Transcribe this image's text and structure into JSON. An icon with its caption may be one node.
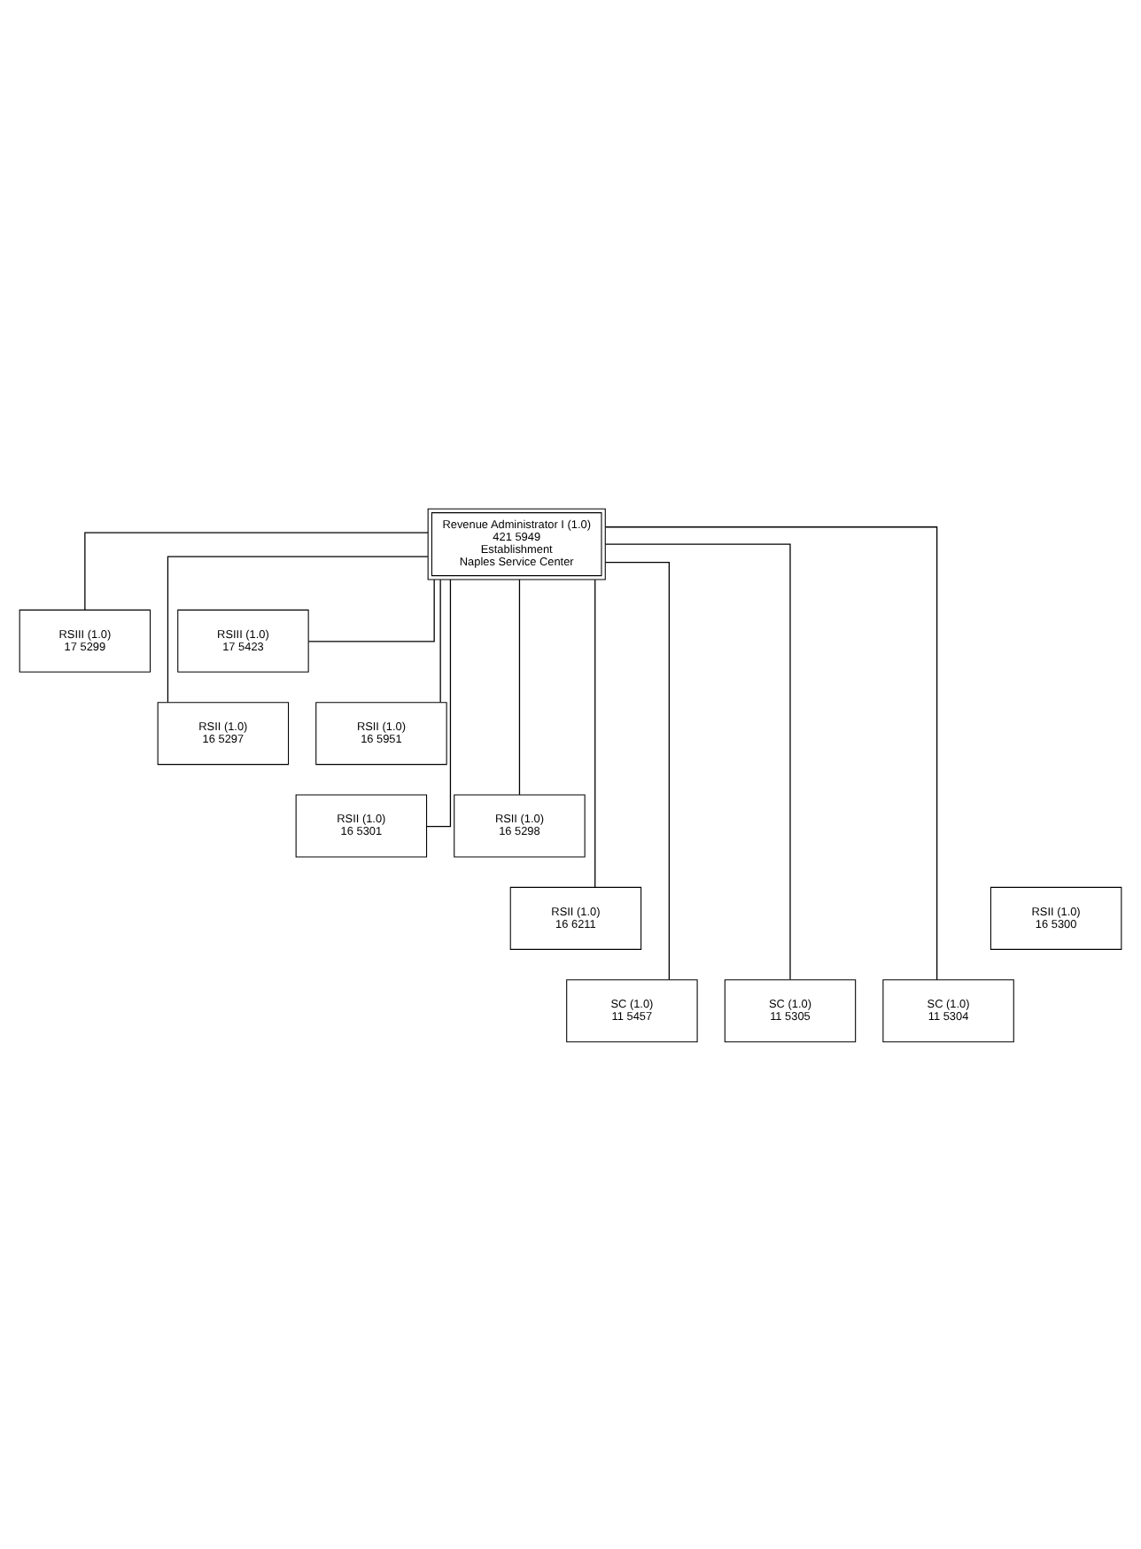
{
  "diagram": {
    "nodes": [
      {
        "text": [
          "Revenue Administrator I (1.0)",
          "421 5949",
          "Establishment",
          "Naples Service Center"
        ]
      },
      {
        "text": [
          "RSIII (1.0)",
          "17 5299"
        ]
      },
      {
        "text": [
          "RSIII (1.0)",
          "17 5423"
        ]
      },
      {
        "text": [
          "RSII (1.0)",
          "16 5297"
        ]
      },
      {
        "text": [
          "RSII (1.0)",
          "16 5951"
        ]
      },
      {
        "text": [
          "RSII (1.0)",
          "16 5301"
        ]
      },
      {
        "text": [
          "RSII (1.0)",
          "16 5298"
        ]
      },
      {
        "text": [
          "RSII (1.0)",
          "16 5300"
        ]
      },
      {
        "text": [
          "RSII (1.0)",
          "16 6211"
        ]
      },
      {
        "text": [
          "SC (1.0)",
          "11 5457"
        ]
      },
      {
        "text": [
          "SC (1.0)",
          "11 5305"
        ]
      },
      {
        "text": [
          "SC (1.0)",
          "11 5304"
        ]
      }
    ],
    "edges": [
      {
        "from": 0,
        "to": 1,
        "arrow": "none"
      },
      {
        "from": 0,
        "to": 2,
        "arrow": "none"
      },
      {
        "from": 0,
        "to": 3,
        "arrow": "none"
      },
      {
        "from": 0,
        "to": 4,
        "arrow": "none"
      },
      {
        "from": 0,
        "to": 5,
        "arrow": "none"
      },
      {
        "from": 0,
        "to": 6,
        "arrow": "none"
      },
      {
        "from": 0,
        "to": 8,
        "arrow": "none"
      },
      {
        "from": 0,
        "to": 9,
        "arrow": "none"
      },
      {
        "from": 0,
        "to": 10,
        "arrow": "none"
      },
      {
        "from": 0,
        "to": 11,
        "arrow": "none"
      }
    ]
  }
}
